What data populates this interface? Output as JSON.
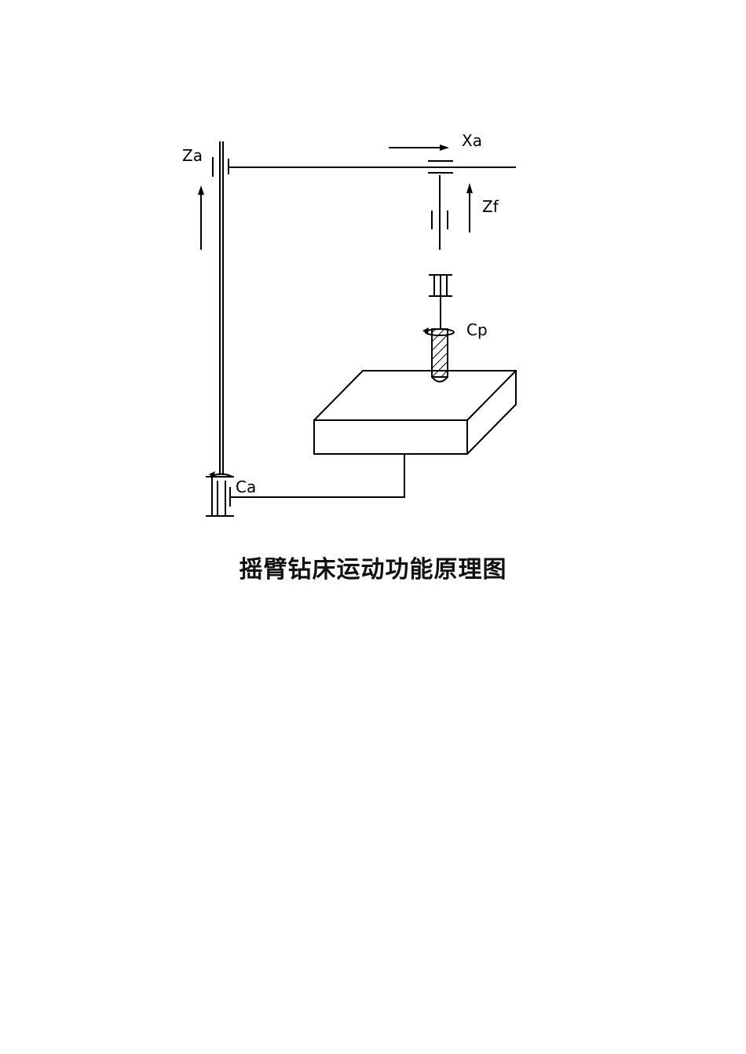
{
  "labels": {
    "za": "Za",
    "xa": "Xa",
    "zf": "Zf",
    "cp": "Cp",
    "ca": "Ca"
  },
  "caption": "摇臂钻床运动功能原理图"
}
